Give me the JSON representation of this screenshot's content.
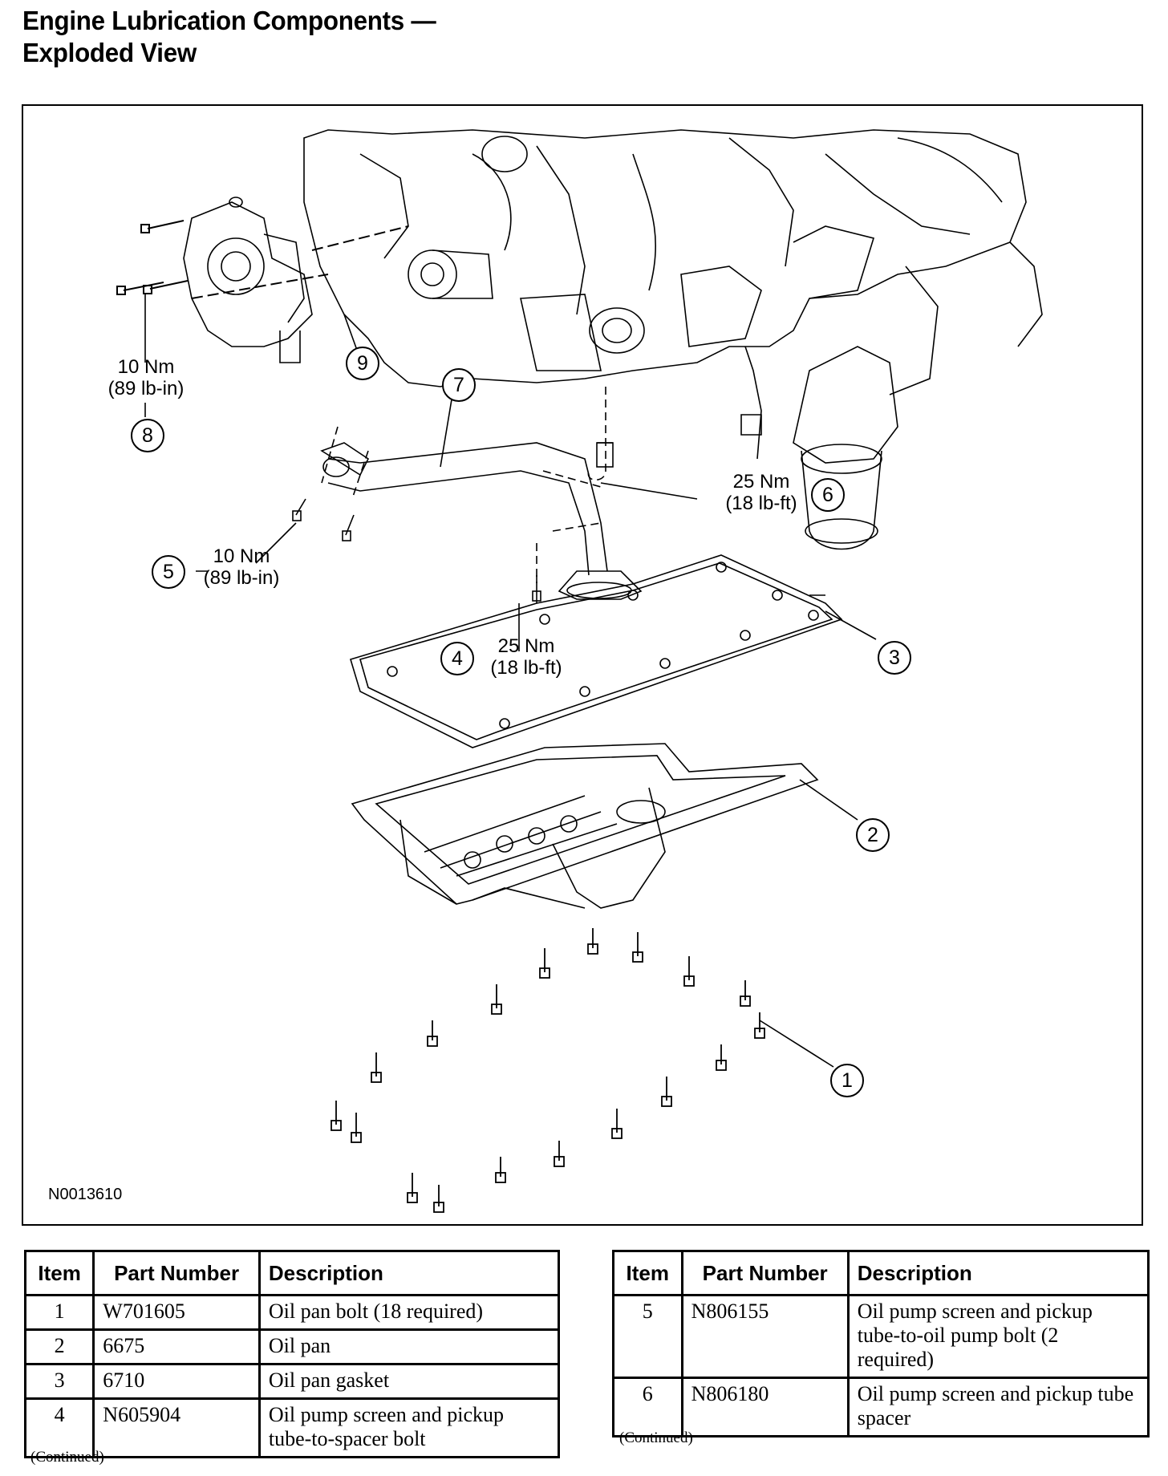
{
  "page": {
    "title_line1": "Engine Lubrication Components —",
    "title_line2": "Exploded View"
  },
  "figure": {
    "id": "N0013610",
    "callouts": [
      {
        "num": "1"
      },
      {
        "num": "2"
      },
      {
        "num": "3"
      },
      {
        "num": "4"
      },
      {
        "num": "5"
      },
      {
        "num": "6"
      },
      {
        "num": "7"
      },
      {
        "num": "8"
      },
      {
        "num": "9"
      }
    ],
    "torques": {
      "item8": {
        "nm": "10 Nm",
        "imperial": "(89 lb-in)"
      },
      "item5": {
        "nm": "10 Nm",
        "imperial": "(89 lb-in)"
      },
      "item6": {
        "nm": "25 Nm",
        "imperial": "(18 lb-ft)"
      },
      "item4": {
        "nm": "25 Nm",
        "imperial": "(18 lb-ft)"
      }
    }
  },
  "tables": {
    "headers": {
      "item": "Item",
      "part": "Part Number",
      "desc": "Description"
    },
    "continued": "(Continued)",
    "left": [
      {
        "item": "1",
        "part": "W701605",
        "desc": "Oil pan bolt (18 required)"
      },
      {
        "item": "2",
        "part": "6675",
        "desc": "Oil pan"
      },
      {
        "item": "3",
        "part": "6710",
        "desc": "Oil pan gasket"
      },
      {
        "item": "4",
        "part": "N605904",
        "desc": "Oil pump screen and pickup tube-to-spacer bolt"
      }
    ],
    "right": [
      {
        "item": "5",
        "part": "N806155",
        "desc": "Oil pump screen and pickup tube-to-oil pump bolt (2 required)"
      },
      {
        "item": "6",
        "part": "N806180",
        "desc": "Oil pump screen and pickup tube spacer"
      }
    ]
  }
}
